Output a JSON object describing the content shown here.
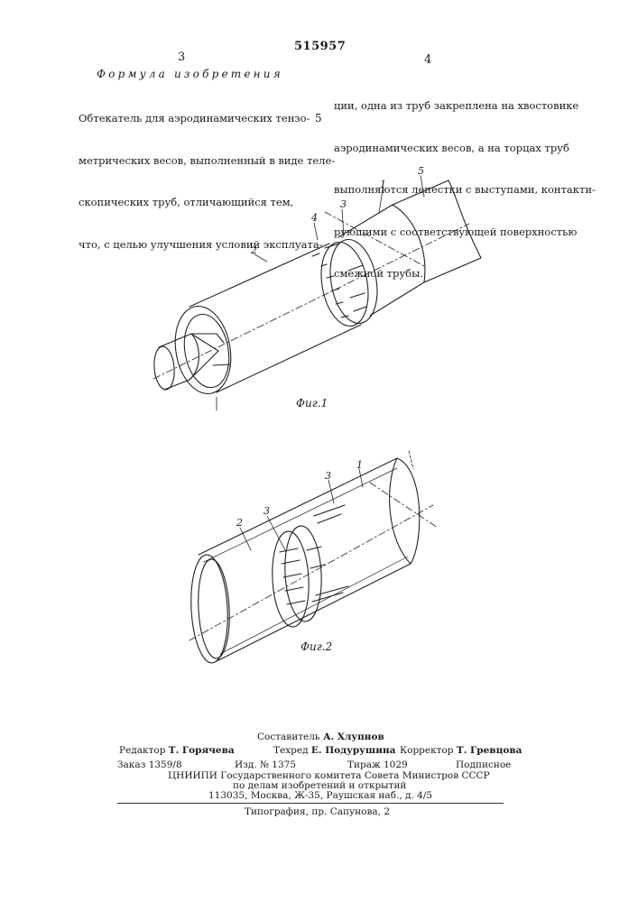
{
  "header": {
    "patent_number": "515957",
    "left_column_number": "3",
    "right_column_number": "4"
  },
  "claims": {
    "title": "Формула изобретения",
    "left_lines": [
      "Обтекатель для аэродинамических тензо-",
      "метрических весов, выполненный в виде теле-",
      "скопических труб, отличающийся тем,",
      "что, с целью улучшения условий эксплуата-"
    ],
    "right_lines": [
      "ции, одна из труб закреплена на хвостовике",
      "аэродинамических весов, а на торцах труб",
      "выполняются лепестки с выступами, контакти-",
      "рующими с соответствующей поверхностью",
      "смежной трубы."
    ],
    "line_number_marker": "5"
  },
  "figures": {
    "fig1": {
      "caption": "Фиг.1",
      "labels": [
        "1",
        "2",
        "3",
        "4",
        "5"
      ]
    },
    "fig2": {
      "caption": "Фиг.2",
      "labels": [
        "1",
        "2",
        "3",
        "3"
      ]
    }
  },
  "footer": {
    "compiler_label": "Составитель",
    "compiler_name": "А. Хлупнов",
    "editor_label": "Редактор",
    "editor_name": "Т. Горячева",
    "techred_label": "Техред",
    "techred_name": "Е. Подурушина",
    "corrector_label": "Корректор",
    "corrector_name": "Т. Гревцова",
    "order": "Заказ 1359/8",
    "izd": "Изд. № 1375",
    "tirazh": "Тираж 1029",
    "subscription": "Подписное",
    "org_line1": "ЦНИИПИ Государственного комитета Совета Министров СССР",
    "org_line2": "по делам изобретений и открытий",
    "address": "113035, Москва, Ж-35, Раушская наб., д. 4/5",
    "printing": "Типография, пр. Сапунова, 2"
  }
}
